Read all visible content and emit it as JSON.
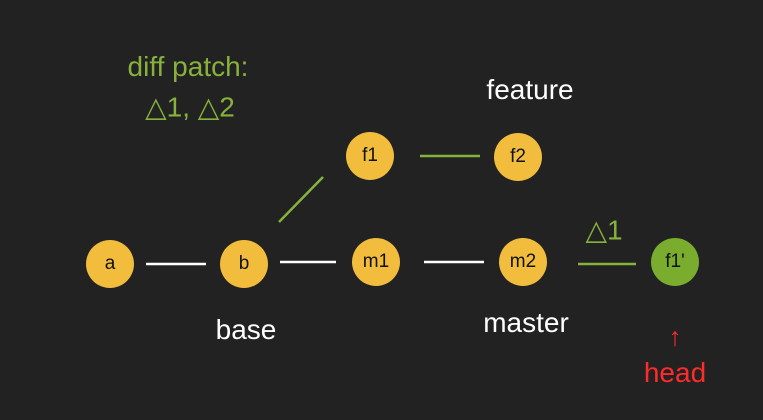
{
  "colors": {
    "background": "#222222",
    "commit": "#f2bd3c",
    "rebased_commit": "#7aac2e",
    "edge": "#ffffff",
    "patch_edge": "#86b23c",
    "patch_text": "#86b23c",
    "head_text": "#ff2b2b"
  },
  "nodes": {
    "a": "a",
    "b": "b",
    "m1": "m1",
    "m2": "m2",
    "f1": "f1",
    "f2": "f2",
    "f1_prime": "f1'"
  },
  "labels": {
    "diff_patch_title": "diff patch:",
    "diff_patch_items": "△1, △2",
    "feature": "feature",
    "base": "base",
    "master": "master",
    "delta_one": "△1",
    "head_arrow": "↑",
    "head": "head"
  }
}
